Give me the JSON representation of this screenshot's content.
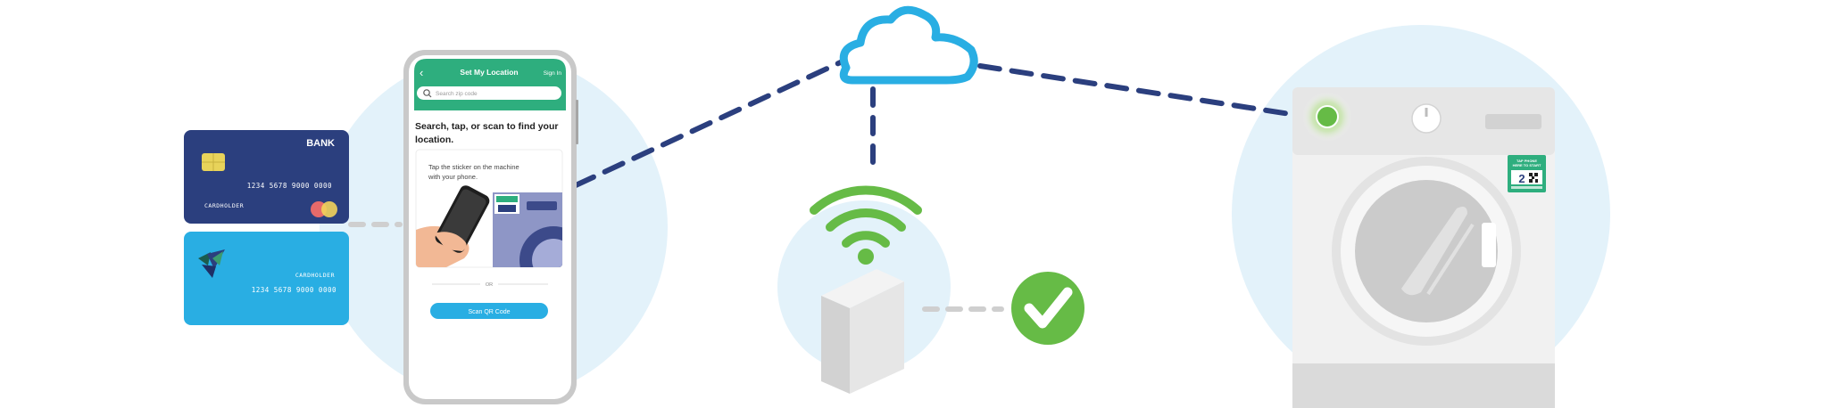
{
  "cards": {
    "bank_card": {
      "bank": "BANK",
      "number": "1234 5678 9000 0000",
      "holder": "CARDHOLDER",
      "color": "#2B3F7E"
    },
    "second_card": {
      "holder": "CARDHOLDER",
      "number": "1234 5678 9000 0000",
      "color": "#29AEE3"
    }
  },
  "phone": {
    "header_title": "Set My Location",
    "sign_in": "Sign In",
    "search_placeholder": "Search zip code",
    "headline_line1": "Search, tap, or scan to find your",
    "headline_line2": "location.",
    "tap_text_line1": "Tap the sticker on the machine",
    "tap_text_line2": "with your phone.",
    "or_label": "OR",
    "scan_button": "Scan QR Code",
    "header_color": "#2EAE7E"
  },
  "washer": {
    "sticker_line1": "TAP PHONE",
    "sticker_line2": "HERE TO START",
    "sticker_number": "2"
  },
  "colors": {
    "dash_line": "#2B3F7E",
    "cloud": "#29AEE3",
    "wifi": "#66BB46",
    "check": "#66BB46",
    "bubble": "#E3F2FA",
    "led": "#66BB46"
  }
}
